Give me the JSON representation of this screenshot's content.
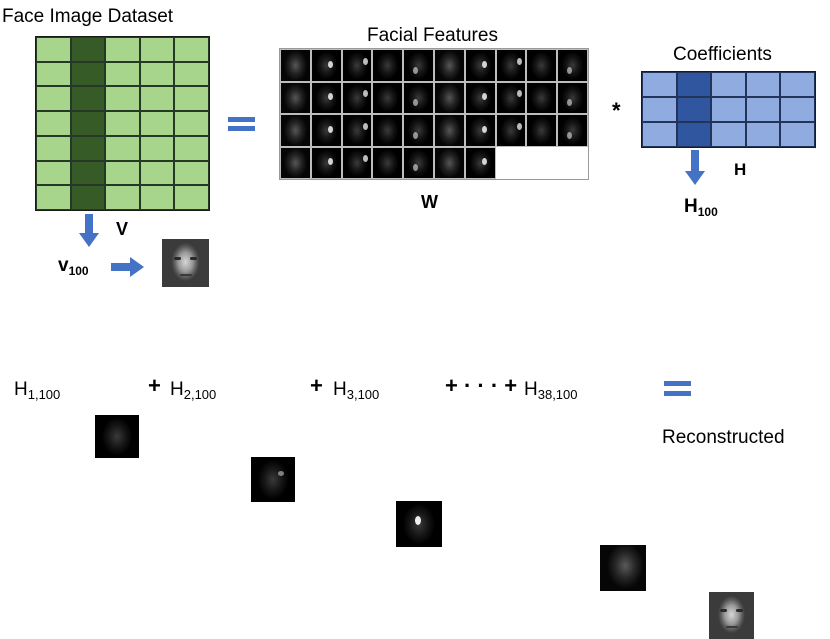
{
  "labels": {
    "dataset_title": "Face Image Dataset",
    "features_title": "Facial Features",
    "coefficients_title": "Coefficients",
    "v": "V",
    "w": "W",
    "h": "H",
    "v100_main": "v",
    "v100_sub": "100",
    "h100_main": "H",
    "h100_sub": "100",
    "multiply": "*",
    "reconstructed": "Reconstructed"
  },
  "equation": {
    "terms": [
      {
        "main": "H",
        "sub": "1,100"
      },
      {
        "main": "H",
        "sub": "2,100"
      },
      {
        "main": "H",
        "sub": "3,100"
      },
      {
        "main": "H",
        "sub": "38,100"
      }
    ],
    "plus": "+",
    "ellipsis": "+ · · · +"
  },
  "colors": {
    "v_cell": "#a8d58c",
    "v_highlight": "#375b27",
    "h_cell": "#8fabe0",
    "h_highlight": "#2f569f",
    "arrow": "#4472c4"
  }
}
